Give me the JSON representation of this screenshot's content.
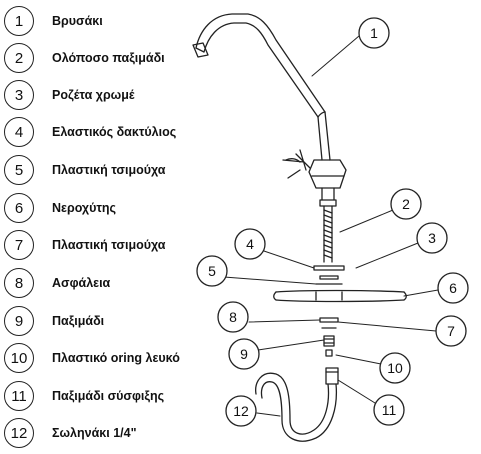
{
  "legend": [
    {
      "num": "1",
      "label": "Βρυσάκι"
    },
    {
      "num": "2",
      "label": "Ολόποσο παξιμάδι"
    },
    {
      "num": "3",
      "label": "Ροζέτα χρωμέ"
    },
    {
      "num": "4",
      "label": "Ελαστικός δακτύλιος"
    },
    {
      "num": "5",
      "label": "Πλαστική τσιμούχα"
    },
    {
      "num": "6",
      "label": "Νεροχύτης"
    },
    {
      "num": "7",
      "label": "Πλαστική τσιμούχα"
    },
    {
      "num": "8",
      "label": "Ασφάλεια"
    },
    {
      "num": "9",
      "label": "Παξιμάδι"
    },
    {
      "num": "10",
      "label": "Πλαστικό oring λευκό"
    },
    {
      "num": "11",
      "label": "Παξιμάδι σύσφιξης"
    },
    {
      "num": "12",
      "label": "Σωληνάκι 1/4\""
    }
  ],
  "callouts": [
    "1",
    "2",
    "3",
    "4",
    "5",
    "6",
    "7",
    "8",
    "9",
    "10",
    "11",
    "12"
  ]
}
